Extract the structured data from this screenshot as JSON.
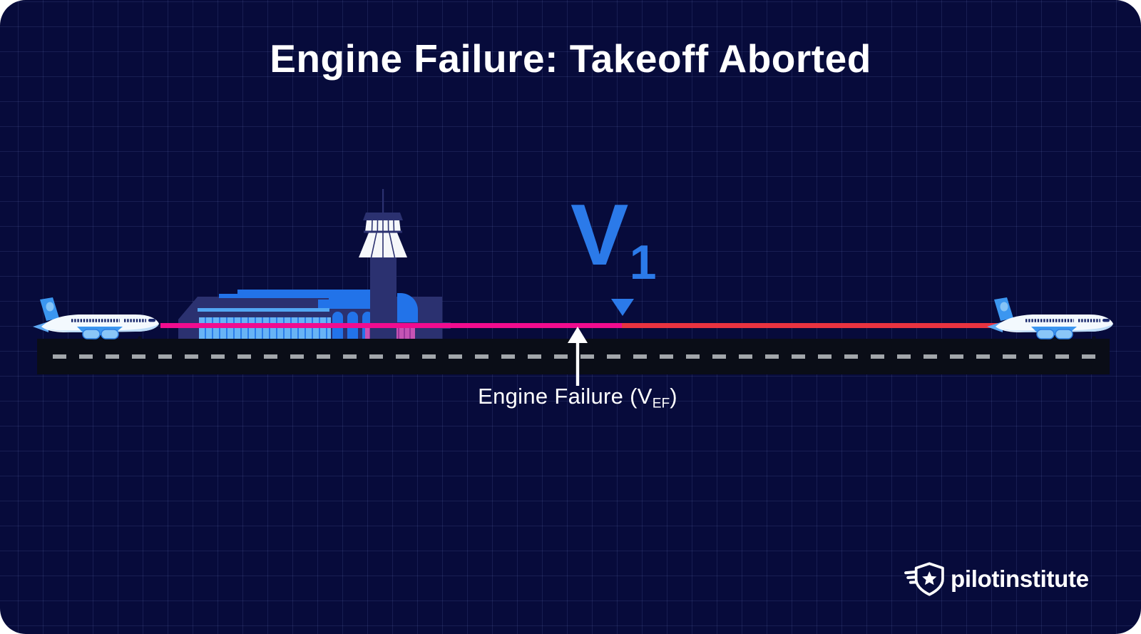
{
  "title": "Engine Failure: Takeoff Aborted",
  "v1_marker": {
    "letter": "V",
    "subscript": "1"
  },
  "engine_failure": {
    "prefix": "Engine Failure (V",
    "subscript": "EF",
    "suffix": ")"
  },
  "logo": {
    "text": "pilotinstitute",
    "icon": "winged-shield-star-icon"
  },
  "colors": {
    "background": "#070b3b",
    "grid_line": "#1c2254",
    "v1_blue": "#2b7ae9",
    "acceleration_line_magenta": "#f10c8f",
    "deceleration_line_red": "#e83340",
    "runway_surface": "#0a0d17",
    "runway_dash_gray": "#a2a6ab",
    "building_navy": "#2b3170",
    "building_blue": "#2273e9",
    "text_white": "#ffffff"
  },
  "icons": [
    "airplane-side-icon",
    "control-tower-icon",
    "terminal-building-icon",
    "v1-pointer-triangle-icon",
    "engine-failure-arrow-icon",
    "winged-shield-star-icon"
  ]
}
